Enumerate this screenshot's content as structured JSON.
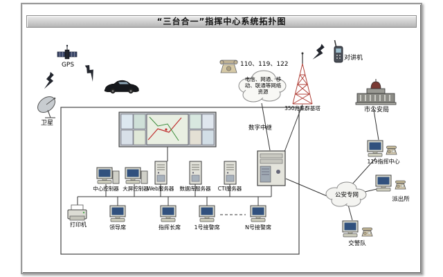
{
  "title": "“三台合一”指挥中心系统拓扑图",
  "external": {
    "gps": "GPS",
    "satellite": "卫星",
    "hotlines": "110、119、122",
    "telecom_cloud": "电信、网通、移动、联通等网络资源",
    "walkie_talkie": "对讲机",
    "tower": "350兆集群基塔",
    "city_psb": "市公安局",
    "fire_center": "119指挥中心",
    "police_net": "公安专网",
    "police_station": "派出所",
    "traffic_police": "交警队"
  },
  "center": {
    "digital_trunk": "数字中继",
    "center_controller": "中心控制器",
    "screen_controller": "大屏控制器",
    "web_server": "Web服务器",
    "db_server": "数据库服务器",
    "cti_server": "CTI服务器",
    "printer": "打印机",
    "leader_seat": "领导席",
    "commander_seat": "指挥长席",
    "seat_1": "1号接警席",
    "seat_n": "N号接警席"
  }
}
